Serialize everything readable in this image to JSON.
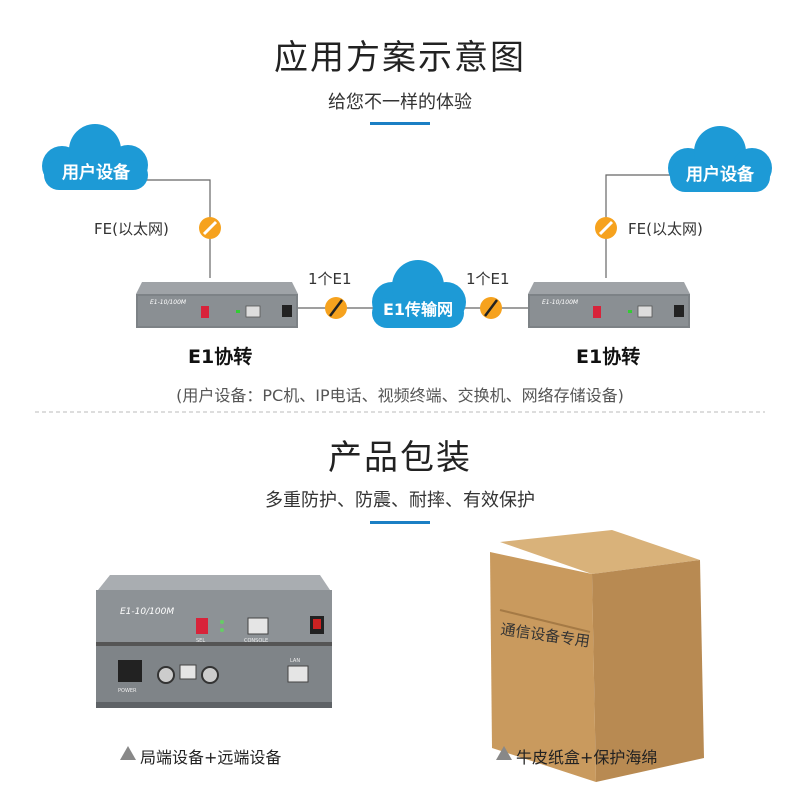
{
  "section1": {
    "title": "应用方案示意图",
    "subtitle": "给您不一样的体验"
  },
  "diagram": {
    "user_device_left": "用户设备",
    "user_device_right": "用户设备",
    "fe_left": "FE(以太网)",
    "fe_right": "FE(以太网)",
    "e1_link_left": "1个E1",
    "e1_link_right": "1个E1",
    "network_cloud": "E1传输网",
    "converter_left": "E1协转",
    "converter_right": "E1协转",
    "device_model_left": "E1-10/100M",
    "device_model_right": "E1-10/100M",
    "note": "(用户设备：PC机、IP电话、视频终端、交换机、网络存储设备)"
  },
  "section2": {
    "title": "产品包装",
    "subtitle": "多重防护、防震、耐摔、有效保护"
  },
  "products": {
    "device_model": "E1-10/100M",
    "box_text": "通信设备专用",
    "caption_left": "局端设备+远端设备",
    "caption_right": "牛皮纸盒+保护海绵",
    "port_sel": "SEL",
    "port_console": "CONSOLE",
    "port_power": "POWER",
    "port_lan": "LAN"
  },
  "colors": {
    "accent": "#1b7fc4",
    "cloud": "#1d9ad6",
    "link_dot": "#f6a21e",
    "box": "#c89a62"
  }
}
